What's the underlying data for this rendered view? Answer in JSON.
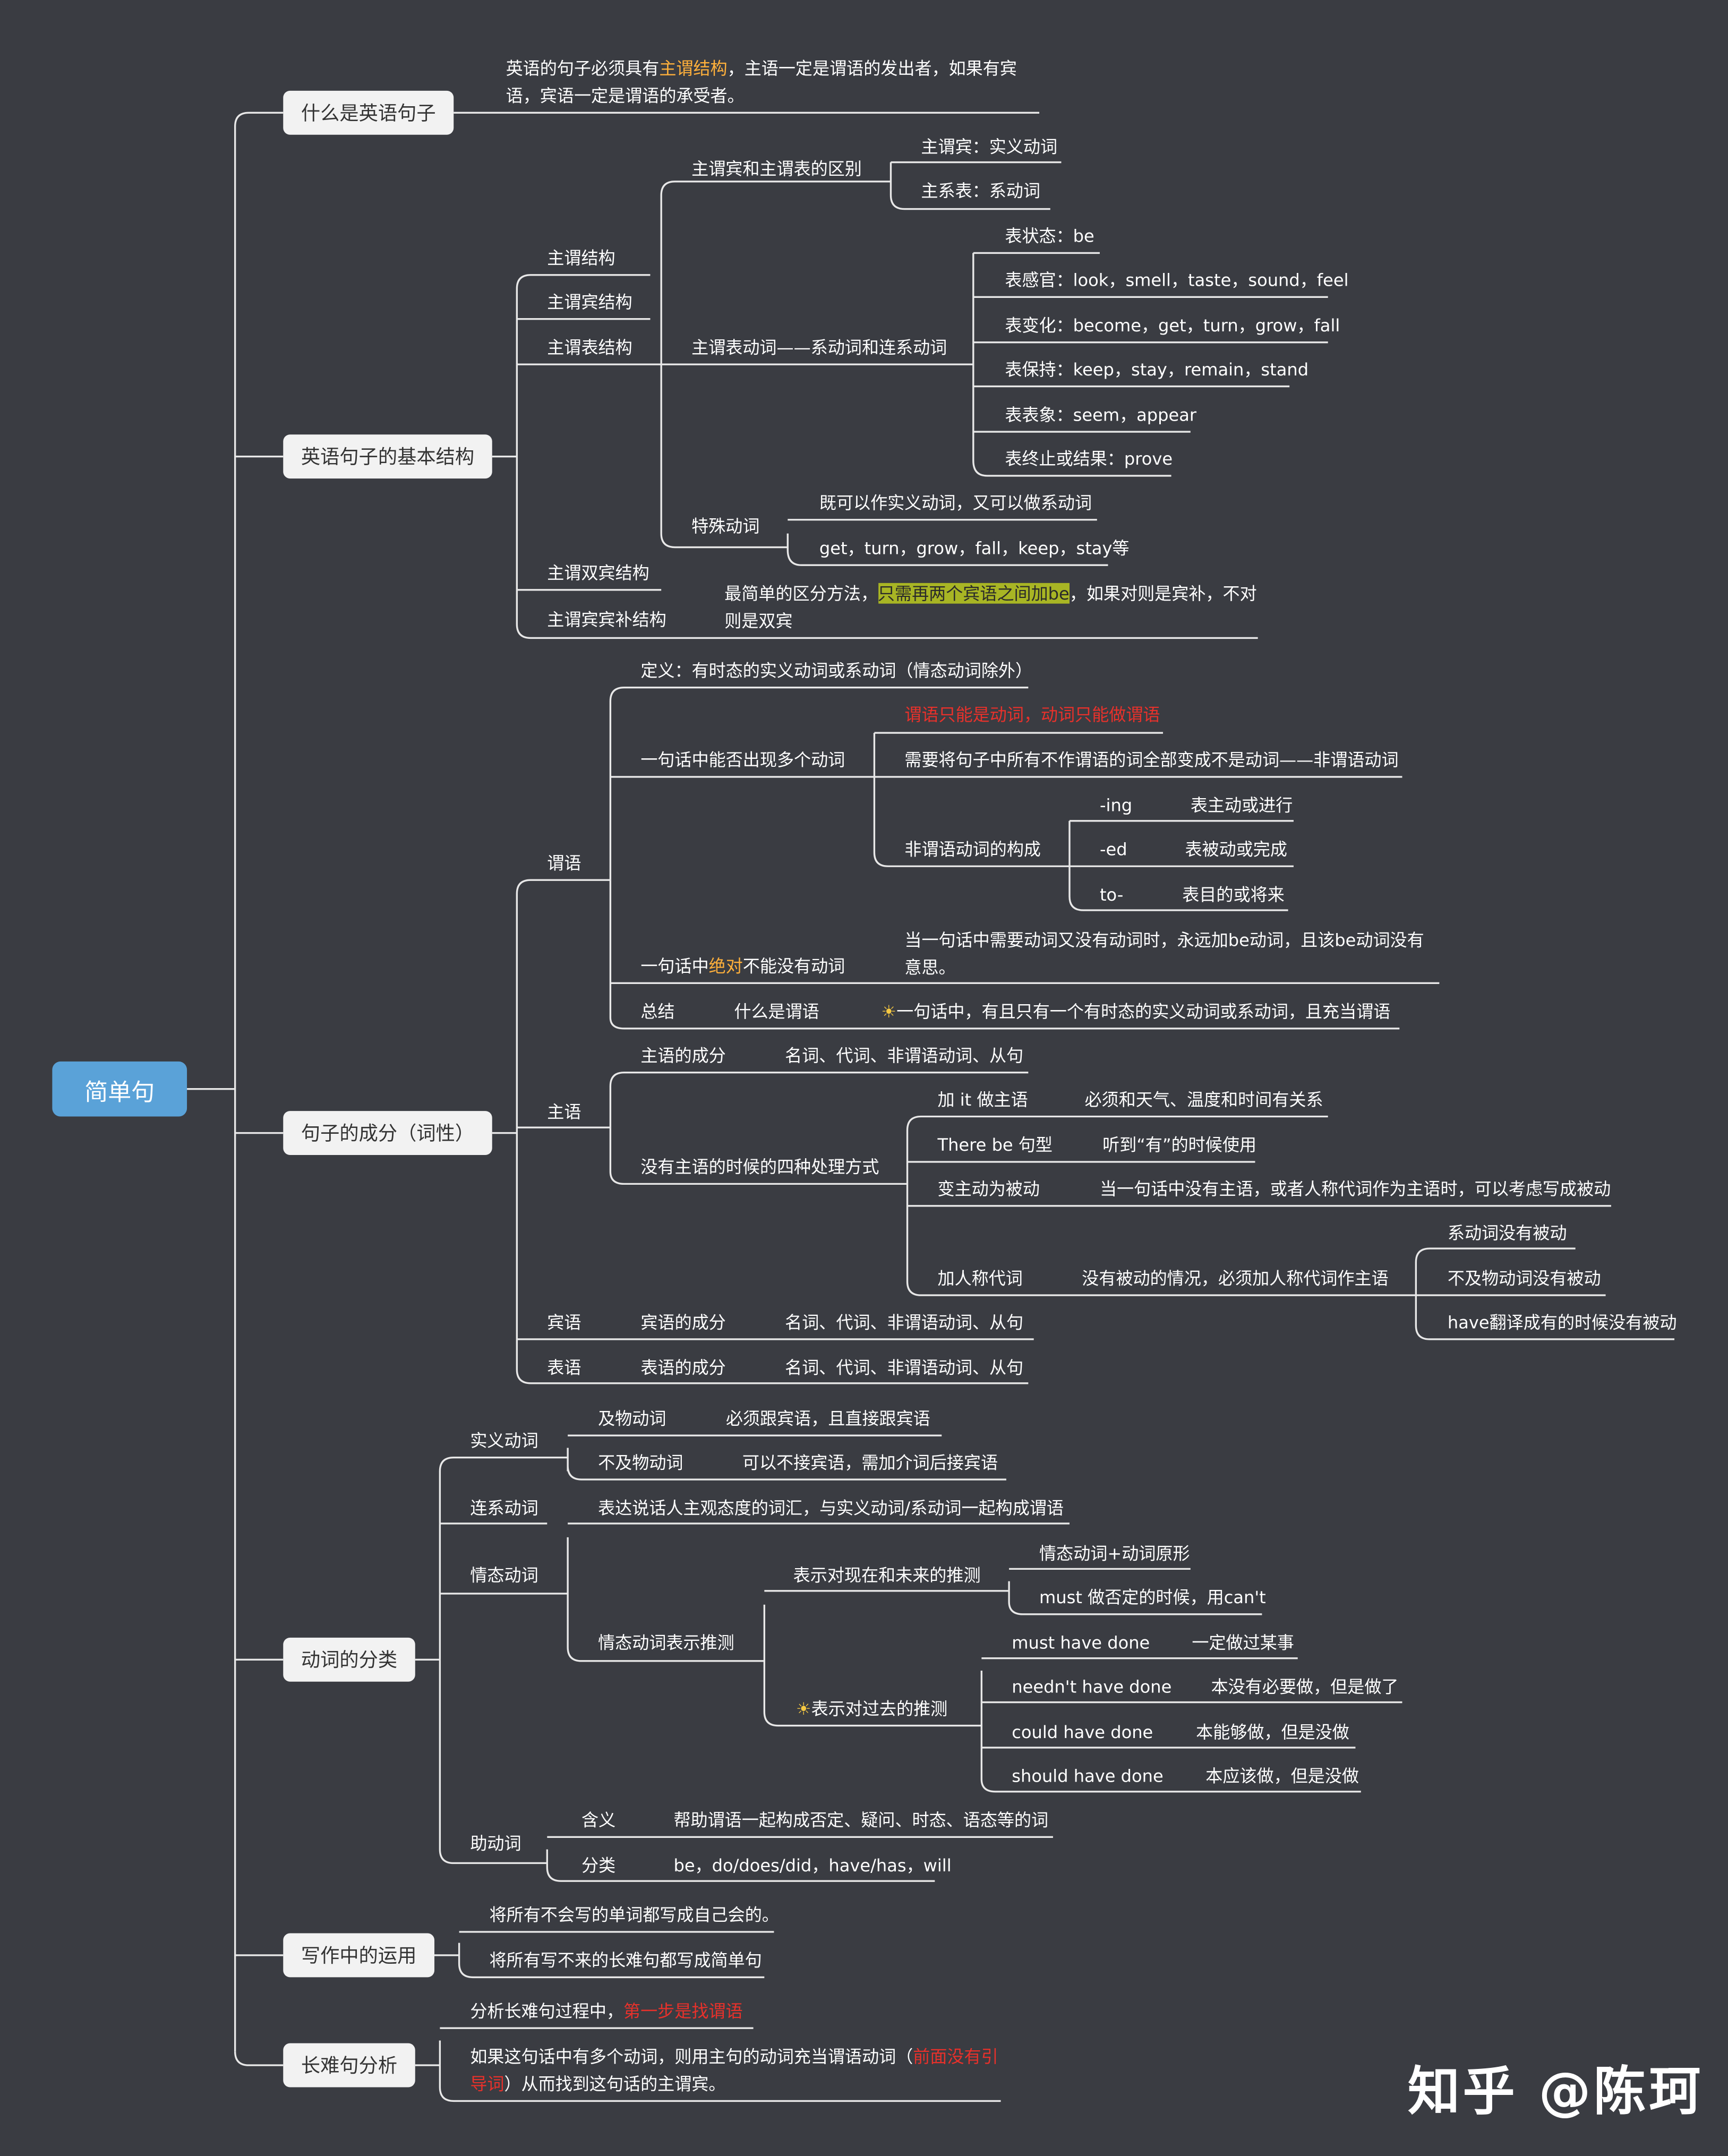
{
  "root": "简单句",
  "branches": {
    "b1": "什么是英语句子",
    "b2": "英语句子的基本结构",
    "b3": "句子的成分（词性）",
    "b4": "动词的分类",
    "b5": "写作中的运用",
    "b6": "长难句分析"
  },
  "b1": {
    "desc_pre": "英语的句子必须具有",
    "desc_em": "主谓结构",
    "desc_post": "，主语一定是谓语的发出者，如果有宾语，宾语一定是谓语的承受者。"
  },
  "b2": {
    "s1": "主谓结构",
    "s2": "主谓宾结构",
    "s3": "主谓表结构",
    "s4": "主谓双宾结构",
    "s5": "主谓宾宾补结构",
    "diff": "主谓宾和主谓表的区别",
    "diff1": "主谓宾：实义动词",
    "diff2": "主系表：系动词",
    "link": "主谓表动词——系动词和连系动词",
    "l1": "表状态：be",
    "l2": "表感官：look，smell，taste，sound，feel",
    "l3": "表变化：become，get，turn，grow，fall",
    "l4": "表保持：keep，stay，remain，stand",
    "l5": "表表象：seem，appear",
    "l6": "表终止或结果：prove",
    "special": "特殊动词",
    "sp1": "既可以作实义动词，又可以做系动词",
    "sp2": "get，turn，grow，fall，keep，stay等",
    "dbl_pre": "最简单的区分方法，",
    "dbl_hl": "只需再两个宾语之间加be",
    "dbl_post": "，如果对则是宾补，不对则是双宾"
  },
  "b3": {
    "pred": "谓语",
    "def": "定义：有时态的实义动词或系动词（情态动词除外）",
    "multi": "一句话中能否出现多个动词",
    "m1": "谓语只能是动词，动词只能做谓语",
    "m2": "需要将句子中所有不作谓语的词全部变成不是动词——非谓语动词",
    "m3": "非谓语动词的构成",
    "ing": "-ing",
    "ing_d": "表主动或进行",
    "ed": "-ed",
    "ed_d": "表被动或完成",
    "to": "to-",
    "to_d": "表目的或将来",
    "must_pre": "一句话中",
    "must_em": "绝对",
    "must_post": "不能没有动词",
    "must_d": "当一句话中需要动词又没有动词时，永远加be动词，且该be动词没有意思。",
    "sum": "总结",
    "sum_what": "什么是谓语",
    "sum_sun": "☀",
    "sum_d": "一句话中，有且只有一个有时态的实义动词或系动词，且充当谓语",
    "subj": "主语",
    "subj_comp": "主语的成分",
    "subj_comp_d": "名词、代词、非谓语动词、从句",
    "nosubj": "没有主语的时候的四种处理方式",
    "n1": "加 it 做主语",
    "n1_d": "必须和天气、温度和时间有关系",
    "n2": "There be 句型",
    "n2_d": "听到“有”的时候使用",
    "n3": "变主动为被动",
    "n3_d": "当一句话中没有主语，或者人称代词作为主语时，可以考虑写成被动",
    "n4": "加人称代词",
    "n4_d": "没有被动的情况，必须加人称代词作主语",
    "n4a": "系动词没有被动",
    "n4b": "不及物动词没有被动",
    "n4c": "have翻译成有的时候没有被动",
    "obj": "宾语",
    "obj_comp": "宾语的成分",
    "obj_comp_d": "名词、代词、非谓语动词、从句",
    "pc": "表语",
    "pc_comp": "表语的成分",
    "pc_comp_d": "名词、代词、非谓语动词、从句"
  },
  "b4": {
    "real": "实义动词",
    "vt": "及物动词",
    "vt_d": "必须跟宾语，且直接跟宾语",
    "vi": "不及物动词",
    "vi_d": "可以不接宾语，需加介词后接宾语",
    "link": "连系动词",
    "modal": "情态动词",
    "modal_d": "表达说话人主观态度的词汇，与实义动词/系动词一起构成谓语",
    "infer": "情态动词表示推测",
    "now": "表示对现在和未来的推测",
    "now1": "情态动词+动词原形",
    "now2": "must 做否定的时候，用can't",
    "past_sun": "☀",
    "past": "表示对过去的推测",
    "p1": "must have done",
    "p1_d": "一定做过某事",
    "p2": "needn't have done",
    "p2_d": "本没有必要做，但是做了",
    "p3": "could have done",
    "p3_d": "本能够做，但是没做",
    "p4": "should have done",
    "p4_d": "本应该做，但是没做",
    "aux": "助动词",
    "aux_m": "含义",
    "aux_m_d": "帮助谓语一起构成否定、疑问、时态、语态等的词",
    "aux_c": "分类",
    "aux_c_d": "be，do/does/did，have/has，will"
  },
  "b5": {
    "w1": "将所有不会写的单词都写成自己会的。",
    "w2": "将所有写不来的长难句都写成简单句"
  },
  "b6": {
    "a1_pre": "分析长难句过程中，",
    "a1_em": "第一步是找谓语",
    "a2_pre": "如果这句话中有多个动词，则用主句的动词充当谓语动词（",
    "a2_em": "前面没有引导词",
    "a2_post": "）从而找到这句话的主谓宾。"
  },
  "watermark": "知乎 @陈珂",
  "colors": {
    "background": "#3a3c42",
    "root": "#5aa2d8",
    "branch": "#f2f2f2",
    "line": "#ffffff",
    "accent_orange": "#ffb03b",
    "accent_red": "#e8312b",
    "highlight": "#a8b524"
  }
}
